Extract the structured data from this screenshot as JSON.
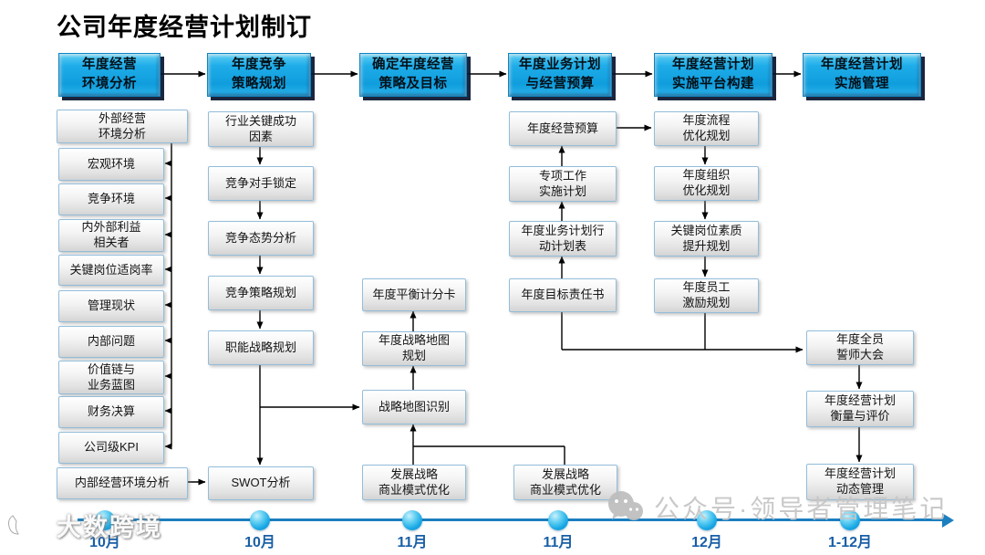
{
  "title": "公司年度经营计划制订",
  "phases": [
    {
      "lines": [
        "年度经营",
        "环境分析"
      ]
    },
    {
      "lines": [
        "年度竞争",
        "策略规划"
      ]
    },
    {
      "lines": [
        "确定年度经营",
        "策略及目标"
      ]
    },
    {
      "lines": [
        "年度业务计划",
        "与经营预算"
      ]
    },
    {
      "lines": [
        "年度经营计划",
        "实施平台构建"
      ]
    },
    {
      "lines": [
        "年度经营计划",
        "实施管理"
      ]
    }
  ],
  "columns": [
    {
      "nodes": [
        {
          "lines": [
            "外部经营",
            "环境分析"
          ]
        },
        {
          "lines": [
            "宏观环境"
          ]
        },
        {
          "lines": [
            "竞争环境"
          ]
        },
        {
          "lines": [
            "内外部利益",
            "相关者"
          ]
        },
        {
          "lines": [
            "关键岗位适岗率"
          ]
        },
        {
          "lines": [
            "管理现状"
          ]
        },
        {
          "lines": [
            "内部问题"
          ]
        },
        {
          "lines": [
            "价值链与",
            "业务蓝图"
          ]
        },
        {
          "lines": [
            "财务决算"
          ]
        },
        {
          "lines": [
            "公司级KPI"
          ]
        },
        {
          "lines": [
            "内部经营环境分析"
          ]
        }
      ]
    },
    {
      "nodes": [
        {
          "lines": [
            "行业关键成功",
            "因素"
          ]
        },
        {
          "lines": [
            "竞争对手锁定"
          ]
        },
        {
          "lines": [
            "竞争态势分析"
          ]
        },
        {
          "lines": [
            "竞争策略规划"
          ]
        },
        {
          "lines": [
            "职能战略规划"
          ]
        },
        {
          "lines": [
            "SWOT分析"
          ]
        }
      ]
    },
    {
      "nodes": [
        {
          "lines": [
            "年度平衡计分卡"
          ]
        },
        {
          "lines": [
            "年度战略地图",
            "规划"
          ]
        },
        {
          "lines": [
            "战略地图识别"
          ]
        },
        {
          "lines": [
            "发展战略",
            "商业模式优化"
          ]
        }
      ]
    },
    {
      "nodes": [
        {
          "lines": [
            "年度经营预算"
          ]
        },
        {
          "lines": [
            "专项工作",
            "实施计划"
          ]
        },
        {
          "lines": [
            "年度业务计划行",
            "动计划表"
          ]
        },
        {
          "lines": [
            "年度目标责任书"
          ]
        },
        {
          "lines": [
            "发展战略",
            "商业模式优化"
          ]
        }
      ]
    },
    {
      "nodes": [
        {
          "lines": [
            "年度流程",
            "优化规划"
          ]
        },
        {
          "lines": [
            "年度组织",
            "优化规划"
          ]
        },
        {
          "lines": [
            "关键岗位素质",
            "提升规划"
          ]
        },
        {
          "lines": [
            "年度员工",
            "激励规划"
          ]
        }
      ]
    },
    {
      "nodes": [
        {
          "lines": [
            "年度全员",
            "誓师大会"
          ]
        },
        {
          "lines": [
            "年度经营计划",
            "衡量与评价"
          ]
        },
        {
          "lines": [
            "年度经营计划",
            "动态管理"
          ]
        }
      ]
    }
  ],
  "timeline": {
    "labels": [
      "10月",
      "10月",
      "11月",
      "11月",
      "12月",
      "1-12月"
    ]
  },
  "watermark": {
    "wechat_text": "公众号·领导者管理笔记",
    "logo_text": "大数跨境"
  },
  "colors": {
    "phase_blue": "#14a5e4",
    "phase_shadow_navy": "#0a1430",
    "node_border_blue": "#93bdda",
    "timeline_blue": "#1c7fc0",
    "month_label_blue": "#195fa6",
    "watermark_gray": "#c5c5c5"
  }
}
